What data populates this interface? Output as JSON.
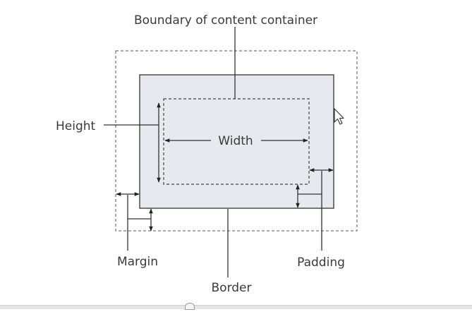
{
  "labels": {
    "boundary": "Boundary of content container",
    "height": "Height",
    "width": "Width",
    "margin": "Margin",
    "padding": "Padding",
    "border": "Border"
  },
  "colors": {
    "border_fill": "#e6e9ed",
    "line": "#333333",
    "text": "#3a3a3a"
  },
  "icons": [
    "mouse-cursor-icon"
  ]
}
